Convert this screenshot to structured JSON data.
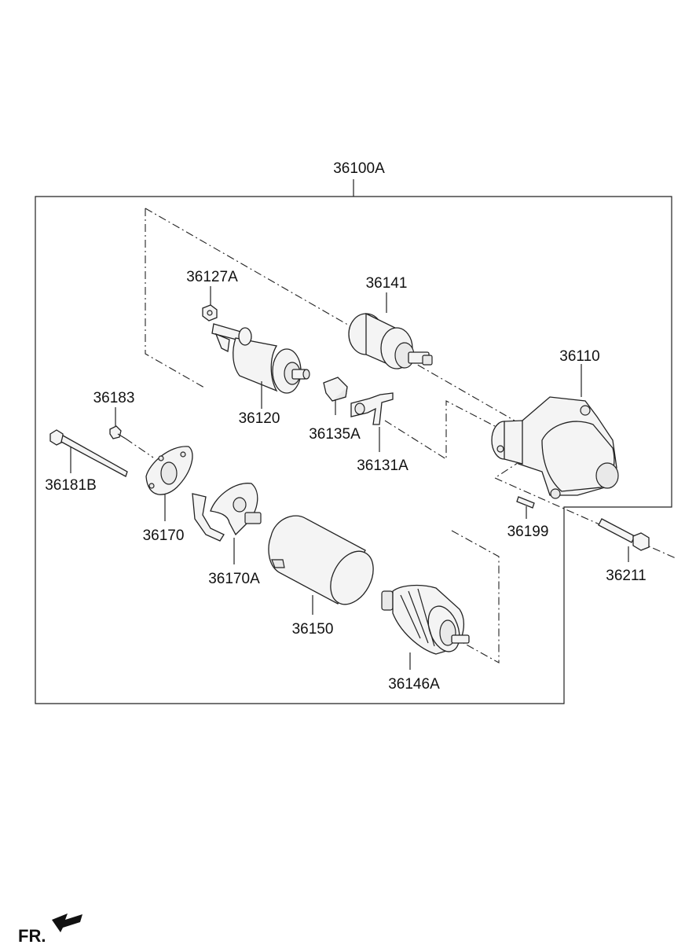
{
  "assembly": {
    "part_no": "36100A"
  },
  "parts": {
    "p36127A": "36127A",
    "p36141": "36141",
    "p36110": "36110",
    "p36183": "36183",
    "p36120": "36120",
    "p36135A": "36135A",
    "p36131A": "36131A",
    "p36181B": "36181B",
    "p36170": "36170",
    "p36199": "36199",
    "p36211": "36211",
    "p36170A": "36170A",
    "p36150": "36150",
    "p36146A": "36146A"
  },
  "orientation": {
    "label": "FR.",
    "icon": "arrow-front-icon"
  }
}
